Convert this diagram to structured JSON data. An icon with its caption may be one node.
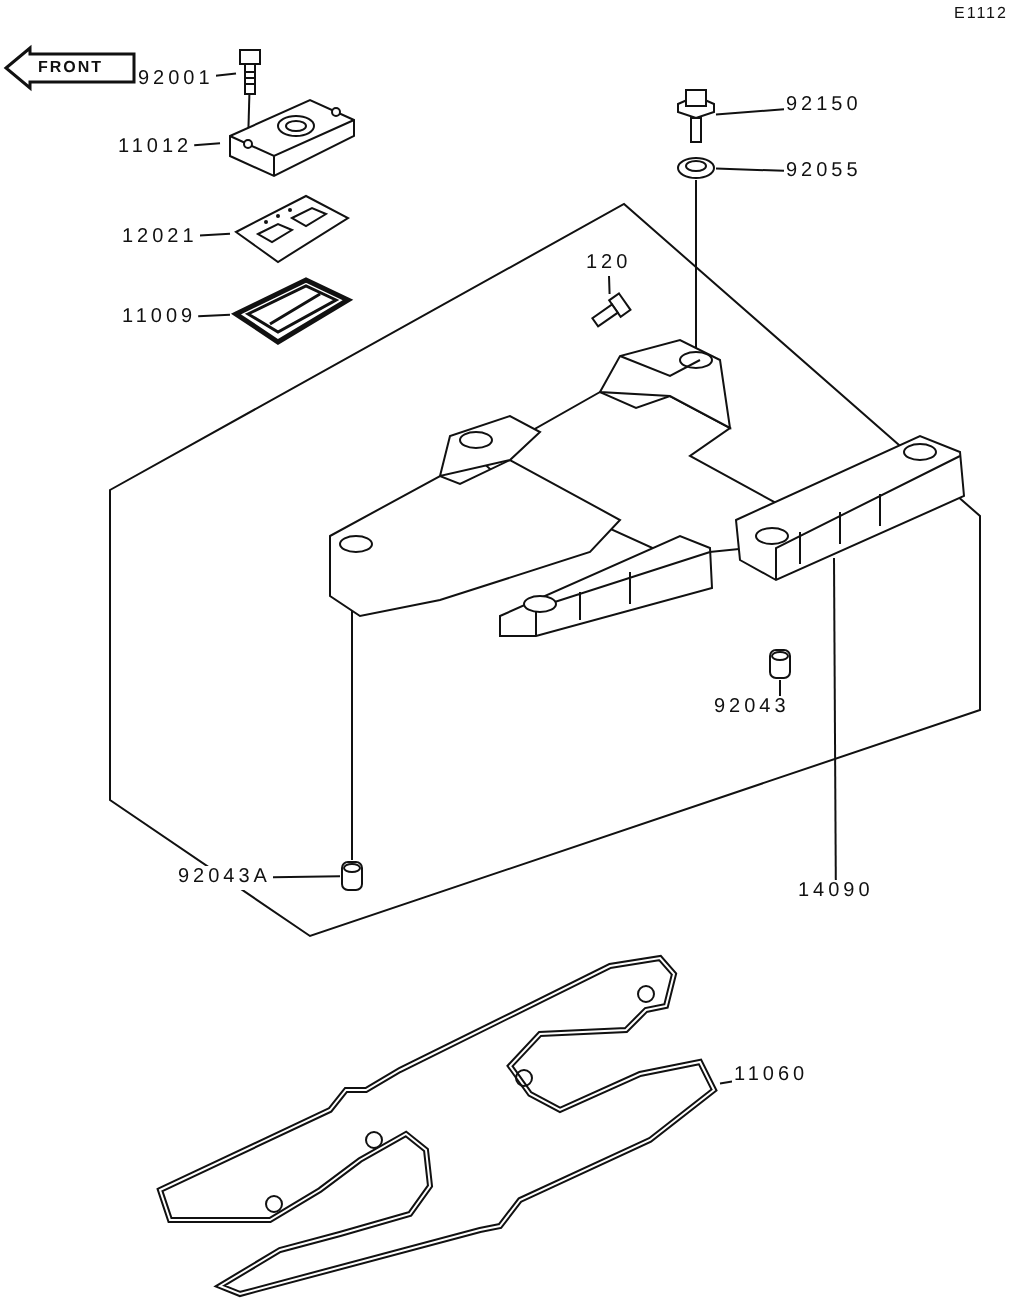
{
  "diagram": {
    "nodes": [
      {
        "text": [
          "92001"
        ]
      },
      {
        "text": [],
        "shape": "picture"
      },
      {
        "text": [
          "11012"
        ]
      },
      {
        "text": [],
        "shape": "picture"
      },
      {
        "text": [
          "12021"
        ]
      },
      {
        "text": [],
        "shape": "picture"
      },
      {
        "text": [
          "11009"
        ]
      },
      {
        "text": [],
        "shape": "picture"
      },
      {
        "text": [
          "120"
        ]
      },
      {
        "text": [],
        "shape": "picture"
      },
      {
        "text": [
          "92150"
        ]
      },
      {
        "text": [],
        "shape": "picture"
      },
      {
        "text": [
          "92055"
        ]
      },
      {
        "text": [],
        "shape": "picture"
      },
      {
        "text": [
          "14090"
        ]
      },
      {
        "text": [],
        "shape": "picture"
      },
      {
        "text": [
          "92043"
        ]
      },
      {
        "text": [],
        "shape": "picture"
      },
      {
        "text": [
          "92043A"
        ]
      },
      {
        "text": [],
        "shape": "picture"
      },
      {
        "text": [
          "11060"
        ]
      },
      {
        "text": [],
        "shape": "picture"
      }
    ],
    "edges": [
      {
        "from": 0,
        "to": 1,
        "arrow": "none"
      },
      {
        "from": 2,
        "to": 3,
        "arrow": "none"
      },
      {
        "from": 4,
        "to": 5,
        "arrow": "none"
      },
      {
        "from": 6,
        "to": 7,
        "arrow": "none"
      },
      {
        "from": 8,
        "to": 9,
        "arrow": "none"
      },
      {
        "from": 10,
        "to": 11,
        "arrow": "none"
      },
      {
        "from": 12,
        "to": 13,
        "arrow": "none"
      },
      {
        "from": 14,
        "to": 15,
        "arrow": "none"
      },
      {
        "from": 16,
        "to": 17,
        "arrow": "none"
      },
      {
        "from": 18,
        "to": 19,
        "arrow": "none"
      },
      {
        "from": 20,
        "to": 21,
        "arrow": "none"
      },
      {
        "from": 1,
        "to": 3,
        "arrow": "none"
      },
      {
        "from": 13,
        "to": 15,
        "arrow": "none"
      },
      {
        "from": 19,
        "to": 15,
        "arrow": "none"
      }
    ],
    "labels": [
      "E1112",
      "FRONT"
    ]
  }
}
